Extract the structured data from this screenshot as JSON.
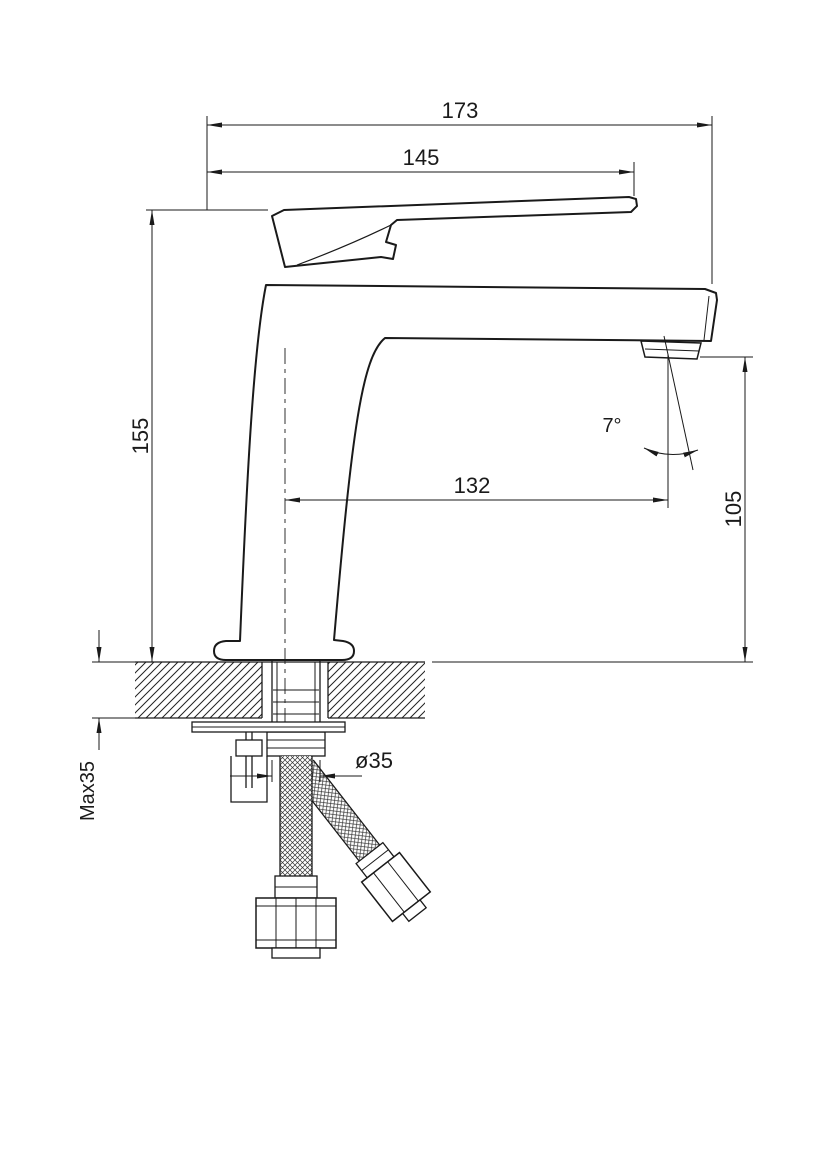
{
  "page": {
    "background": "#ffffff",
    "ink": "#1a1a1a"
  },
  "drawing": {
    "dimensions": {
      "overall_length": "173",
      "lever_length": "145",
      "body_height": "155",
      "spout_reach": "132",
      "outlet_height": "105",
      "spout_angle": "7°",
      "max_deck_thickness": "Max35",
      "mounting_hole_diameter": "ø35"
    }
  }
}
